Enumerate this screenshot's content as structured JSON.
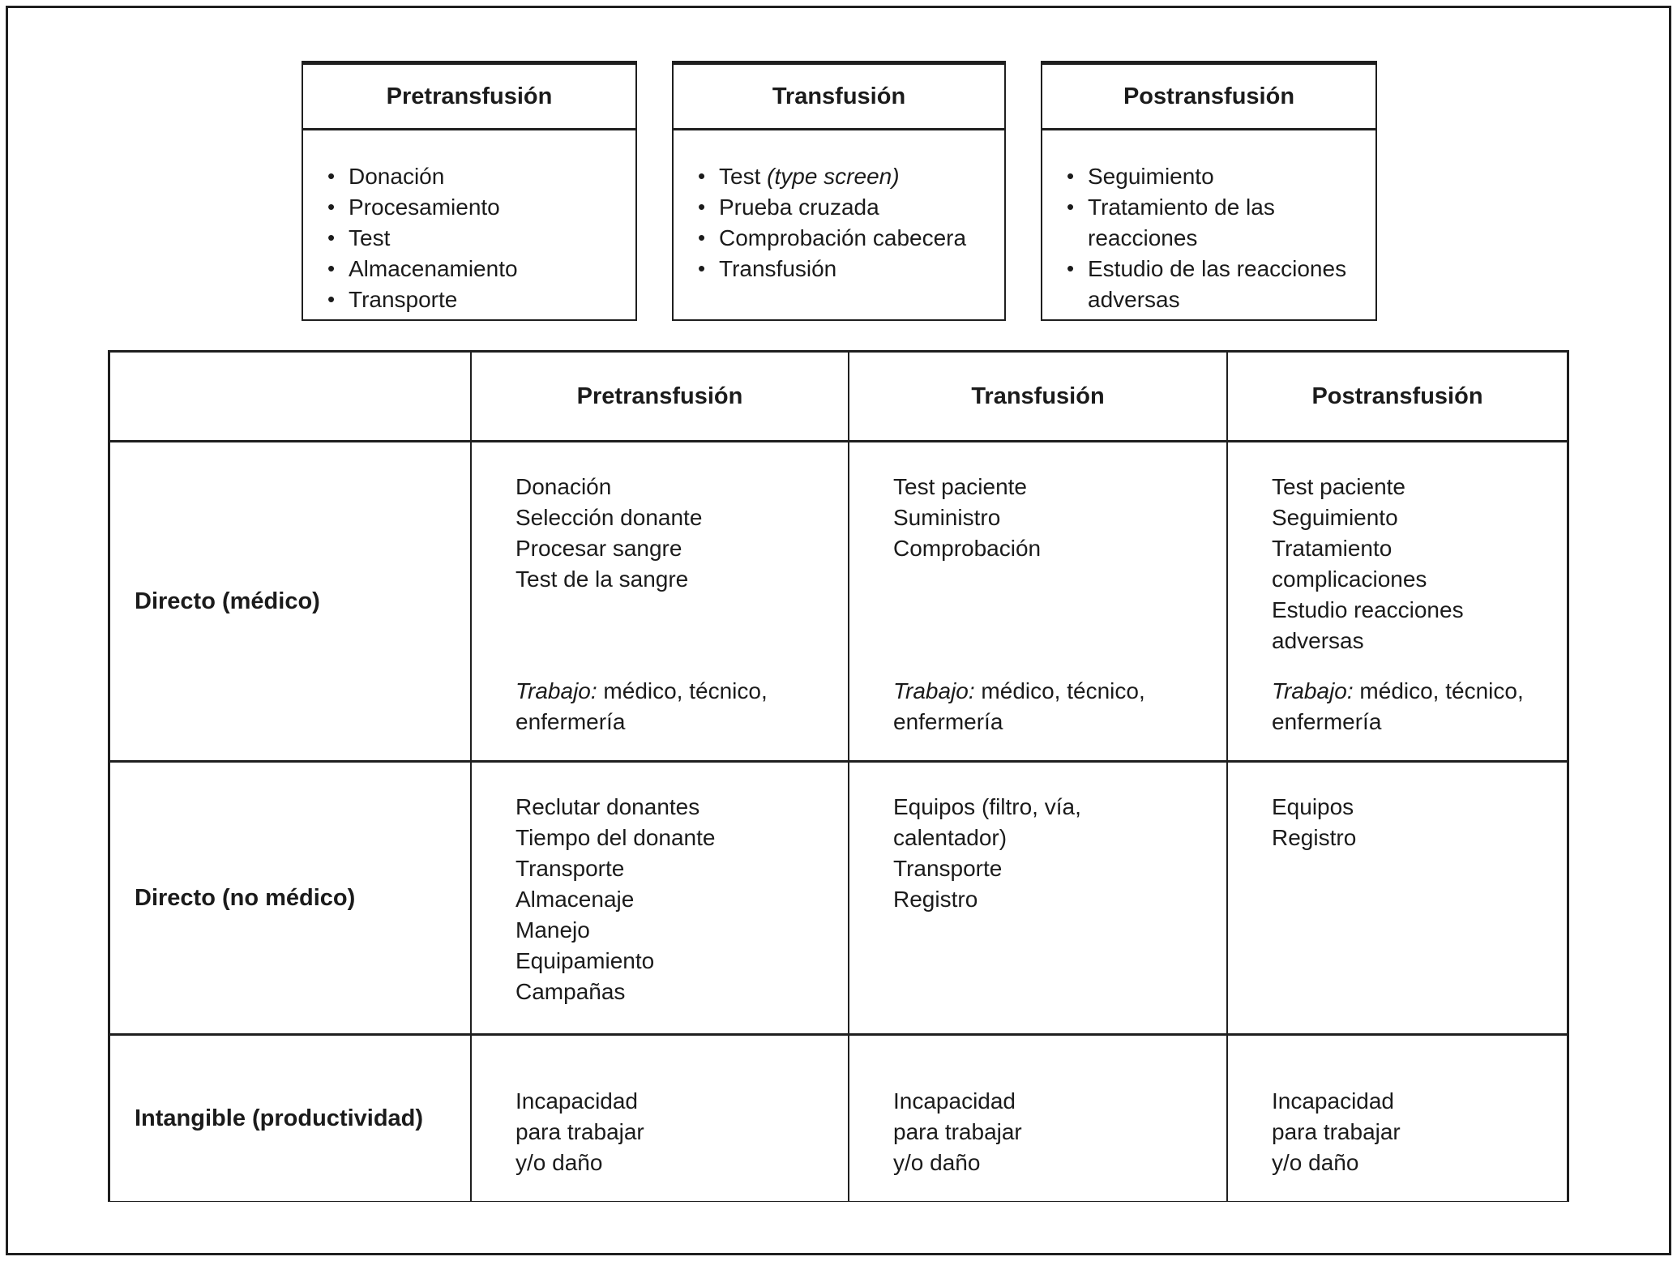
{
  "figure": {
    "background": "#ffffff",
    "line_color": "#1f1f1f",
    "text_color": "#1b1b1b"
  },
  "top_boxes": [
    {
      "title": "Pretransfusión",
      "items": [
        {
          "lines": [
            "Donación"
          ]
        },
        {
          "lines": [
            "Procesamiento"
          ]
        },
        {
          "lines": [
            "Test"
          ]
        },
        {
          "lines": [
            "Almacenamiento"
          ]
        },
        {
          "lines": [
            "Transporte"
          ]
        }
      ]
    },
    {
      "title": "Transfusión",
      "items": [
        {
          "regular": "Test ",
          "italic": "(type screen)"
        },
        {
          "lines": [
            "Prueba cruzada"
          ]
        },
        {
          "lines": [
            "Comprobación cabecera"
          ]
        },
        {
          "lines": [
            "Transfusión"
          ]
        }
      ]
    },
    {
      "title": "Postransfusión",
      "items": [
        {
          "lines": [
            "Seguimiento"
          ]
        },
        {
          "lines": [
            "Tratamiento de las",
            "reacciones"
          ]
        },
        {
          "lines": [
            "Estudio de las reacciones",
            "adversas"
          ]
        }
      ]
    }
  ],
  "table": {
    "corner": "",
    "col_headers": [
      "Pretransfusión",
      "Transfusión",
      "Postransfusión"
    ],
    "rows": [
      {
        "label": "Directo (médico)",
        "cells": [
          {
            "lines": [
              "Donación",
              "Selección donante",
              "Procesar sangre",
              "Test de la sangre"
            ],
            "trabajo": {
              "label": "Trabajo:",
              "text": " médico, técnico, enfermería"
            }
          },
          {
            "lines": [
              "Test paciente",
              "Suministro",
              "Comprobación"
            ],
            "trabajo": {
              "label": "Trabajo:",
              "text": " médico, técnico, enfermería"
            }
          },
          {
            "lines": [
              "Test paciente",
              "Seguimiento",
              "Tratamiento",
              "complicaciones",
              "Estudio reacciones",
              "adversas"
            ],
            "trabajo": {
              "label": "Trabajo:",
              "text": " médico, técnico, enfermería"
            }
          }
        ]
      },
      {
        "label": "Directo (no médico)",
        "cells": [
          {
            "lines": [
              "Reclutar donantes",
              "Tiempo del donante",
              "Transporte",
              "Almacenaje",
              "Manejo",
              "Equipamiento",
              "Campañas"
            ]
          },
          {
            "lines": [
              "Equipos (filtro, vía,",
              "calentador)",
              "Transporte",
              "Registro"
            ]
          },
          {
            "lines": [
              "Equipos",
              "Registro"
            ]
          }
        ]
      },
      {
        "label": "Intangible (productividad)",
        "cells": [
          {
            "lines": [
              "Incapacidad",
              "para trabajar",
              "y/o daño"
            ]
          },
          {
            "lines": [
              "Incapacidad",
              "para trabajar",
              "y/o daño"
            ]
          },
          {
            "lines": [
              "Incapacidad",
              "para trabajar",
              "y/o daño"
            ]
          }
        ]
      }
    ]
  }
}
